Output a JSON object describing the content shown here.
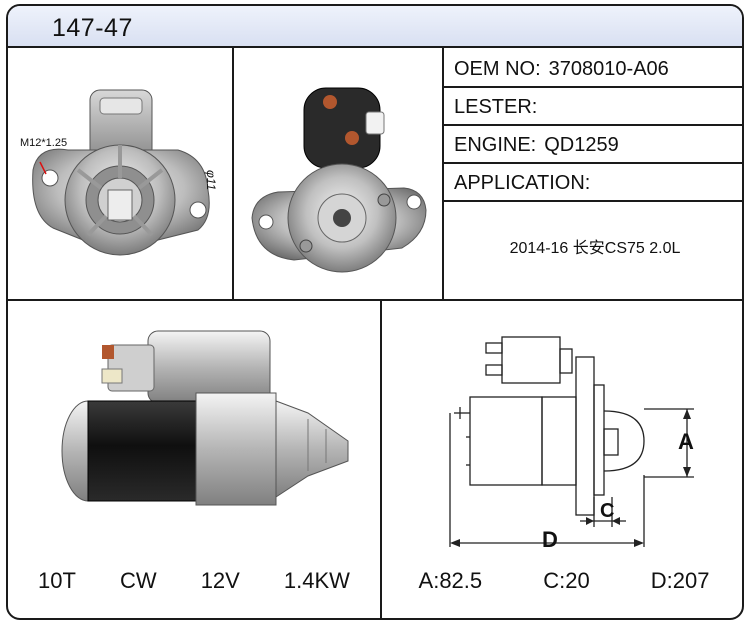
{
  "header": {
    "part_number": "147-47"
  },
  "photo_left": {
    "thread_label": "M12*1.25",
    "hole_label": "φ11"
  },
  "specs": {
    "oem_label": "OEM NO:",
    "oem_value": "3708010-A06",
    "lester_label": "LESTER:",
    "lester_value": "",
    "engine_label": "ENGINE:",
    "engine_value": "QD1259",
    "application_label": "APPLICATION:",
    "application_value": "2014-16  长安CS75  2.0L"
  },
  "electrical": {
    "teeth": "10T",
    "rotation": "CW",
    "voltage": "12V",
    "power": "1.4KW"
  },
  "dimensions": {
    "a_label": "A",
    "c_label": "C",
    "d_label": "D",
    "a_value": "A:82.5",
    "c_value": "C:20",
    "d_value": "D:207"
  },
  "colors": {
    "border": "#1a1a1a",
    "title_bg": "#dfe5f4",
    "metal": "#b8b8b8",
    "dark_body": "#1c1c1c"
  }
}
